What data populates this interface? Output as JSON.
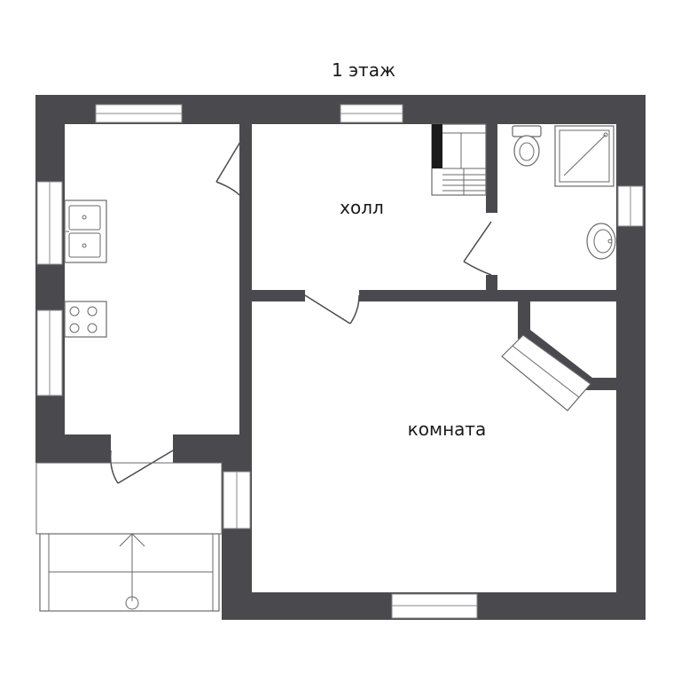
{
  "floor_title": "1 этаж",
  "rooms": {
    "hall": "холл",
    "room": "комната"
  },
  "colors": {
    "wall": "#4a4a4e",
    "background": "#ffffff",
    "fixture_stroke": "#6a6a6a"
  }
}
